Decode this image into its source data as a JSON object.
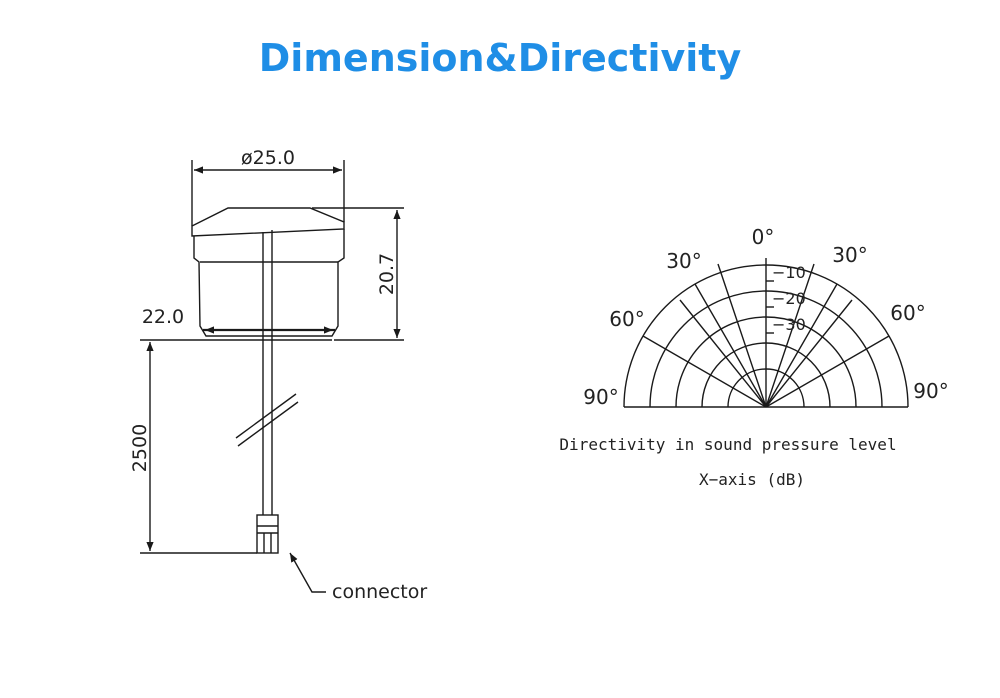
{
  "title": "Dimension&Directivity",
  "colors": {
    "title": "#1f8ee6",
    "line": "#1a1a1a"
  },
  "dimension_drawing": {
    "diameter_label": "ø25.0",
    "height_label": "20.7",
    "inner_width_label": "22.0",
    "cable_length_label": "2500",
    "connector_label": "connector"
  },
  "polar_chart": {
    "angle_labels": {
      "top": "0°",
      "left_30": "30°",
      "right_30": "30°",
      "left_60": "60°",
      "right_60": "60°",
      "left_90": "90°",
      "right_90": "90°"
    },
    "ring_labels": [
      "−10",
      "−20",
      "−30"
    ],
    "caption_line1": "Directivity in sound pressure level",
    "caption_line2": "X−axis  (dB)"
  }
}
